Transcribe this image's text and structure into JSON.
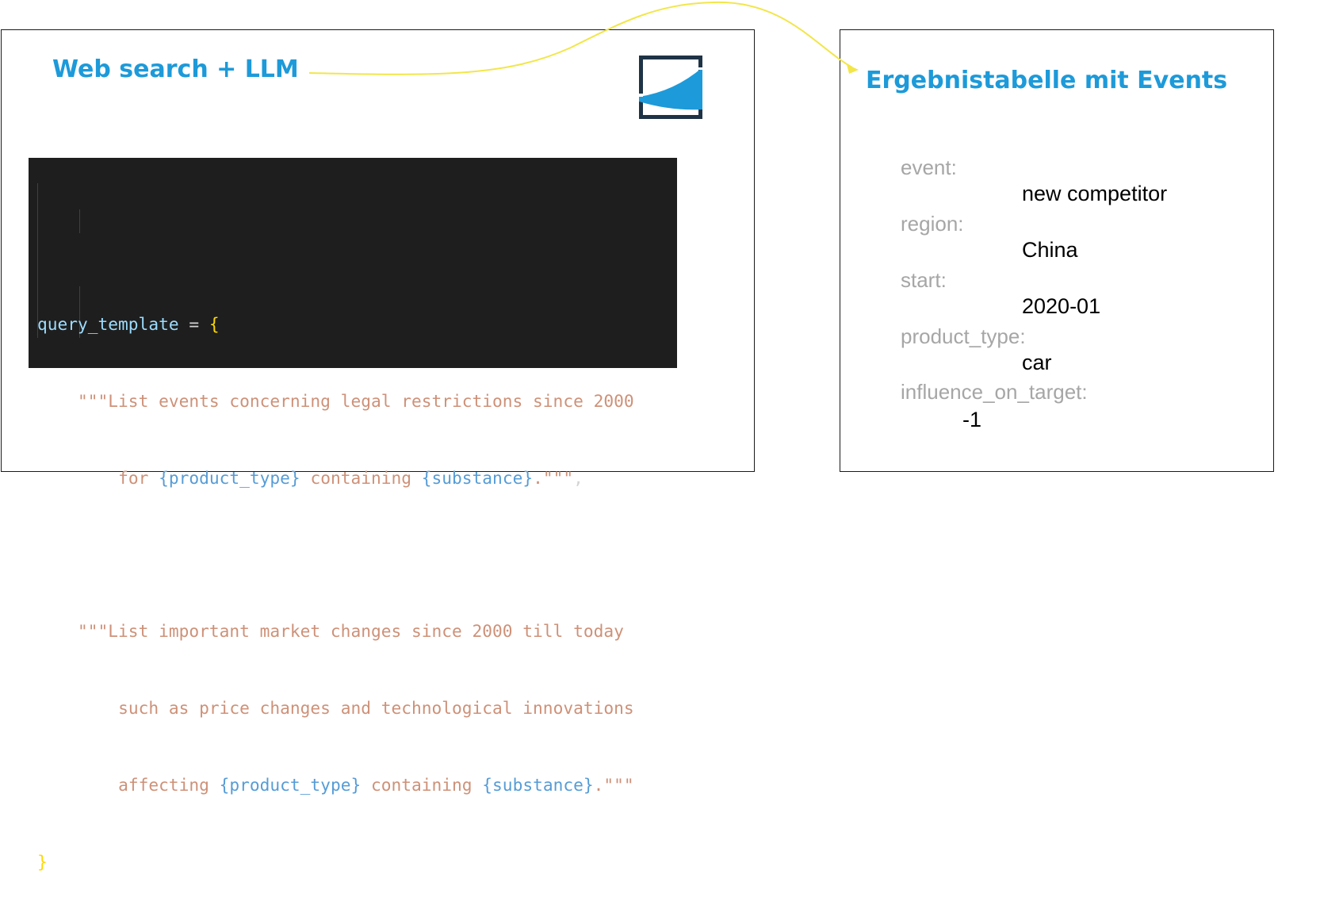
{
  "left_panel": {
    "title": "Web search + LLM",
    "code": {
      "line1": {
        "var": "query_template",
        "op": " = ",
        "brace": "{"
      },
      "line2": {
        "str": "\"\"\"List events concerning legal restrictions since 2000"
      },
      "line3": {
        "s1": "for ",
        "ph1": "{product_type}",
        "s2": " containing ",
        "ph2": "{substance}",
        "s3": ".\"\"\"",
        "op": ","
      },
      "line5": {
        "str": "\"\"\"List important market changes since 2000 till today"
      },
      "line6": {
        "str": "such as price changes and technological innovations"
      },
      "line7": {
        "s1": "affecting ",
        "ph1": "{product_type}",
        "s2": " containing ",
        "ph2": "{substance}",
        "s3": ".\"\"\""
      },
      "line8": {
        "brace": "}"
      }
    }
  },
  "right_panel": {
    "title": "Ergebnistabelle mit Events",
    "fields": [
      {
        "label": "event:",
        "value": "new competitor"
      },
      {
        "label": "region:",
        "value": "China"
      },
      {
        "label": "start:",
        "value": "2020-01"
      },
      {
        "label": "product_type:",
        "value": "car"
      },
      {
        "label": "influence_on_target:",
        "value": "-1"
      }
    ]
  },
  "colors": {
    "accent": "#1d9ad9",
    "arrow": "#f2e64a",
    "logo_frame": "#1f3347",
    "code_bg": "#1e1e1e"
  }
}
